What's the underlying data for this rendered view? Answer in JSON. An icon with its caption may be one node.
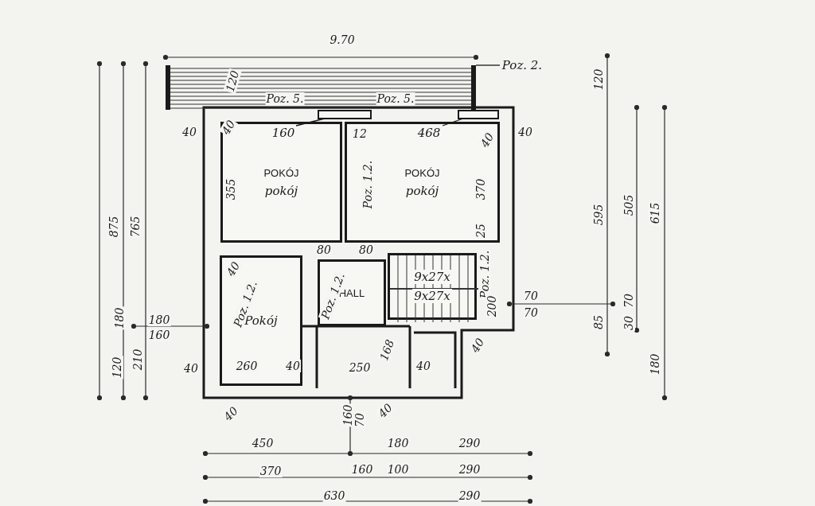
{
  "diagram": {
    "nodes": [
      {
        "text": [],
        "shape": "box"
      },
      {
        "text": [
          "Poz. 2."
        ]
      },
      {
        "text": [
          "POKÓJ",
          "pokój"
        ]
      },
      {
        "text": [
          "160"
        ],
        "in": 2
      },
      {
        "text": [
          "POKÓJ",
          "pokój"
        ]
      },
      {
        "text": [
          "468"
        ],
        "in": 4
      },
      {
        "text": [
          "9x27x",
          "9x27x"
        ]
      },
      {
        "text": [
          "Pokój"
        ]
      },
      {
        "text": [
          "HALL"
        ]
      }
    ],
    "edges": [
      {
        "from": 1,
        "to": 0,
        "arrow": "none"
      },
      {
        "from": 3,
        "to": null,
        "arrow": "none"
      },
      {
        "from": 5,
        "to": null,
        "arrow": "none"
      }
    ],
    "labels": [
      "9.70",
      "120",
      "Poz. 5.",
      "Poz. 5.",
      "40",
      "40",
      "12",
      "40",
      "40",
      "355",
      "Poz. 1.2.",
      "370",
      "25",
      "80",
      "80",
      "40",
      "Poz. 1.2.",
      "Poz. 1.2.",
      "Poz. 1.2.",
      "200",
      "260",
      "40",
      "250",
      "168",
      "40",
      "40",
      "180",
      "160",
      "40",
      "70",
      "70",
      "40",
      "160",
      "70",
      "40",
      "450",
      "180",
      "290",
      "370",
      "160",
      "100",
      "290",
      "630",
      "290",
      "875",
      "765",
      "180",
      "120",
      "210",
      "120",
      "595",
      "505",
      "615",
      "85",
      "70",
      "30",
      "180"
    ]
  }
}
